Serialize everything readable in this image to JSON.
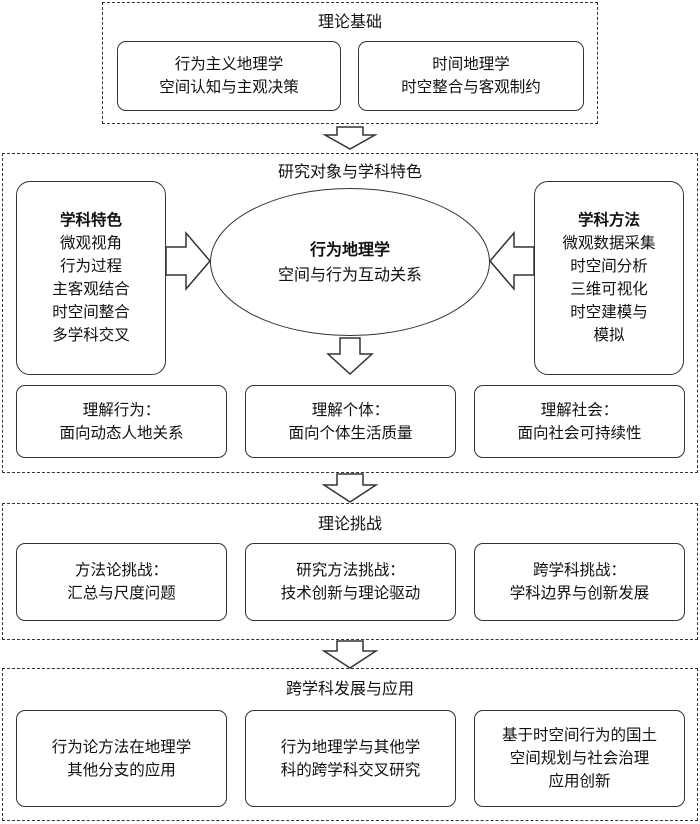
{
  "theory_foundation": {
    "title": "理论基础",
    "boxes": [
      [
        "行为主义地理学",
        "空间认知与主观决策"
      ],
      [
        "时间地理学",
        "时空整合与客观制约"
      ]
    ]
  },
  "research_object": {
    "title": "研究对象与学科特色",
    "features": {
      "heading": "学科特色",
      "items": [
        "微观视角",
        "行为过程",
        "主客观结合",
        "时空间整合",
        "多学科交叉"
      ]
    },
    "core": {
      "heading": "行为地理学",
      "subtitle": "空间与行为互动关系"
    },
    "methods": {
      "heading": "学科方法",
      "items": [
        "微观数据采集",
        "时空间分析",
        "三维可视化",
        "时空建模与",
        "模拟"
      ]
    },
    "understanding": [
      [
        "理解行为：",
        "面向动态人地关系"
      ],
      [
        "理解个体：",
        "面向个体生活质量"
      ],
      [
        "理解社会：",
        "面向社会可持续性"
      ]
    ]
  },
  "challenges": {
    "title": "理论挑战",
    "boxes": [
      [
        "方法论挑战：",
        "汇总与尺度问题"
      ],
      [
        "研究方法挑战：",
        "技术创新与理论驱动"
      ],
      [
        "跨学科挑战：",
        "学科边界与创新发展"
      ]
    ]
  },
  "development": {
    "title": "跨学科发展与应用",
    "boxes": [
      [
        "行为论方法在地理学",
        "其他分支的应用"
      ],
      [
        "行为地理学与其他学",
        "科的跨学科交叉研究"
      ],
      [
        "基于时空间行为的国土",
        "空间规划与社会治理",
        "应用创新"
      ]
    ]
  }
}
